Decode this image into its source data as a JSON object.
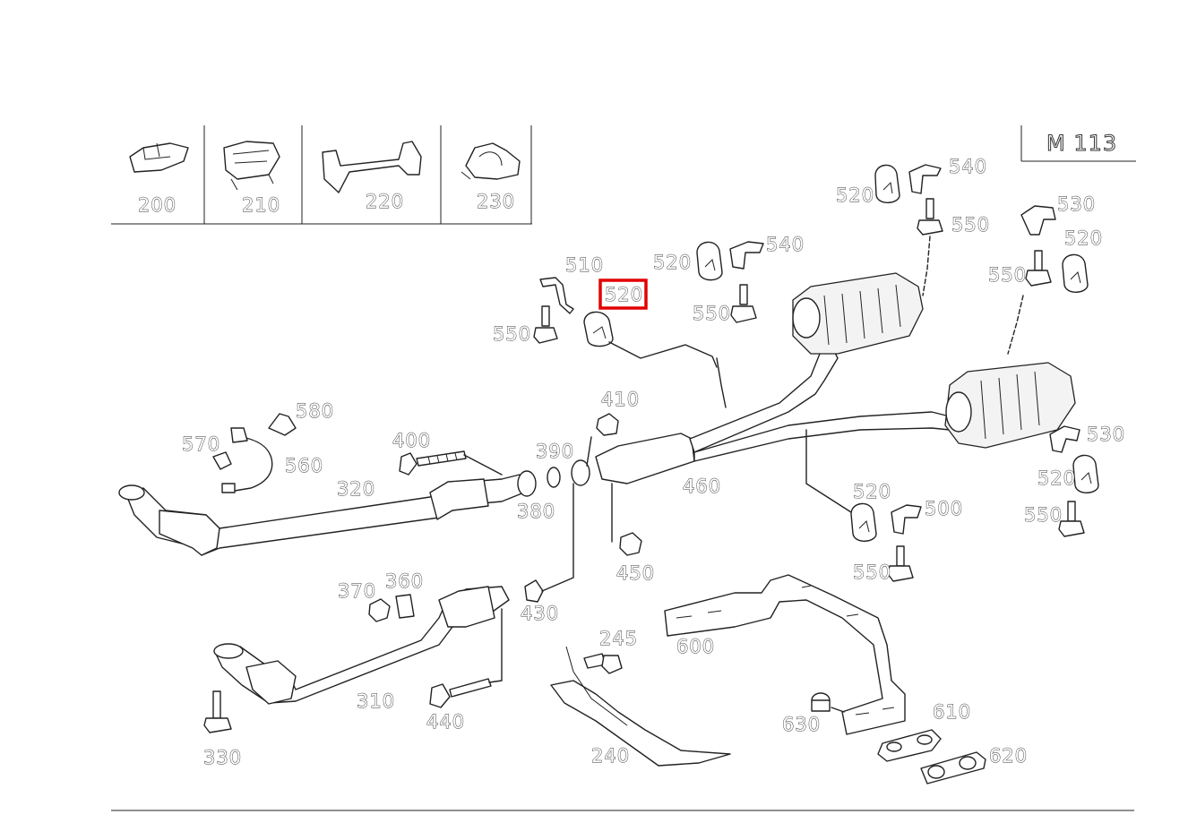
{
  "model_badge": "M 113",
  "highlight_color": "#e30000",
  "line_color": "#222222",
  "highlighted_part": "520",
  "legend_parts": [
    "200",
    "210",
    "220",
    "230"
  ],
  "labels": {
    "p520_hl": "520",
    "p510": "510",
    "p550_a": "550",
    "p520_b": "520",
    "p540_b": "540",
    "p550_b": "550",
    "p520_c": "520",
    "p540_c": "540",
    "p550_c": "550",
    "p530_a": "530",
    "p520_d": "520",
    "p550_d": "550",
    "p580": "580",
    "p570": "570",
    "p560": "560",
    "p400": "400",
    "p320": "320",
    "p390": "390",
    "p410": "410",
    "p380": "380",
    "p460": "460",
    "p450": "450",
    "p530_b": "530",
    "p520_e": "520",
    "p550_e": "550",
    "p520_f": "520",
    "p500": "500",
    "p550_f": "550",
    "p370": "370",
    "p360": "360",
    "p430": "430",
    "p245": "245",
    "p600": "600",
    "p310": "310",
    "p440": "440",
    "p330": "330",
    "p240": "240",
    "p610": "610",
    "p630": "630",
    "p620": "620"
  }
}
